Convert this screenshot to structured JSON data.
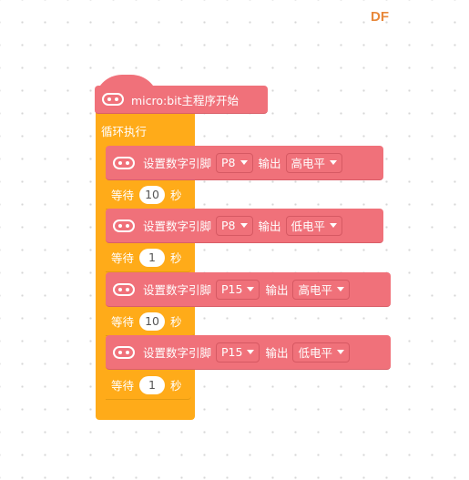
{
  "brand": "DF",
  "hat": {
    "label": "micro:bit主程序开始",
    "icon": "microbit-icon"
  },
  "forever": {
    "label": "循环执行"
  },
  "io_blocks": [
    {
      "label": "设置数字引脚",
      "pin": "P8",
      "output_label": "输出",
      "level": "高电平"
    },
    {
      "label": "设置数字引脚",
      "pin": "P8",
      "output_label": "输出",
      "level": "低电平"
    },
    {
      "label": "设置数字引脚",
      "pin": "P15",
      "output_label": "输出",
      "level": "高电平"
    },
    {
      "label": "设置数字引脚",
      "pin": "P15",
      "output_label": "输出",
      "level": "低电平"
    }
  ],
  "wait_blocks": [
    {
      "label": "等待",
      "value": "10",
      "unit": "秒"
    },
    {
      "label": "等待",
      "value": "1",
      "unit": "秒"
    },
    {
      "label": "等待",
      "value": "10",
      "unit": "秒"
    },
    {
      "label": "等待",
      "value": "1",
      "unit": "秒"
    }
  ],
  "colors": {
    "io_block": "#f0717a",
    "control_block": "#ffab19",
    "brand": "#e8883a"
  }
}
